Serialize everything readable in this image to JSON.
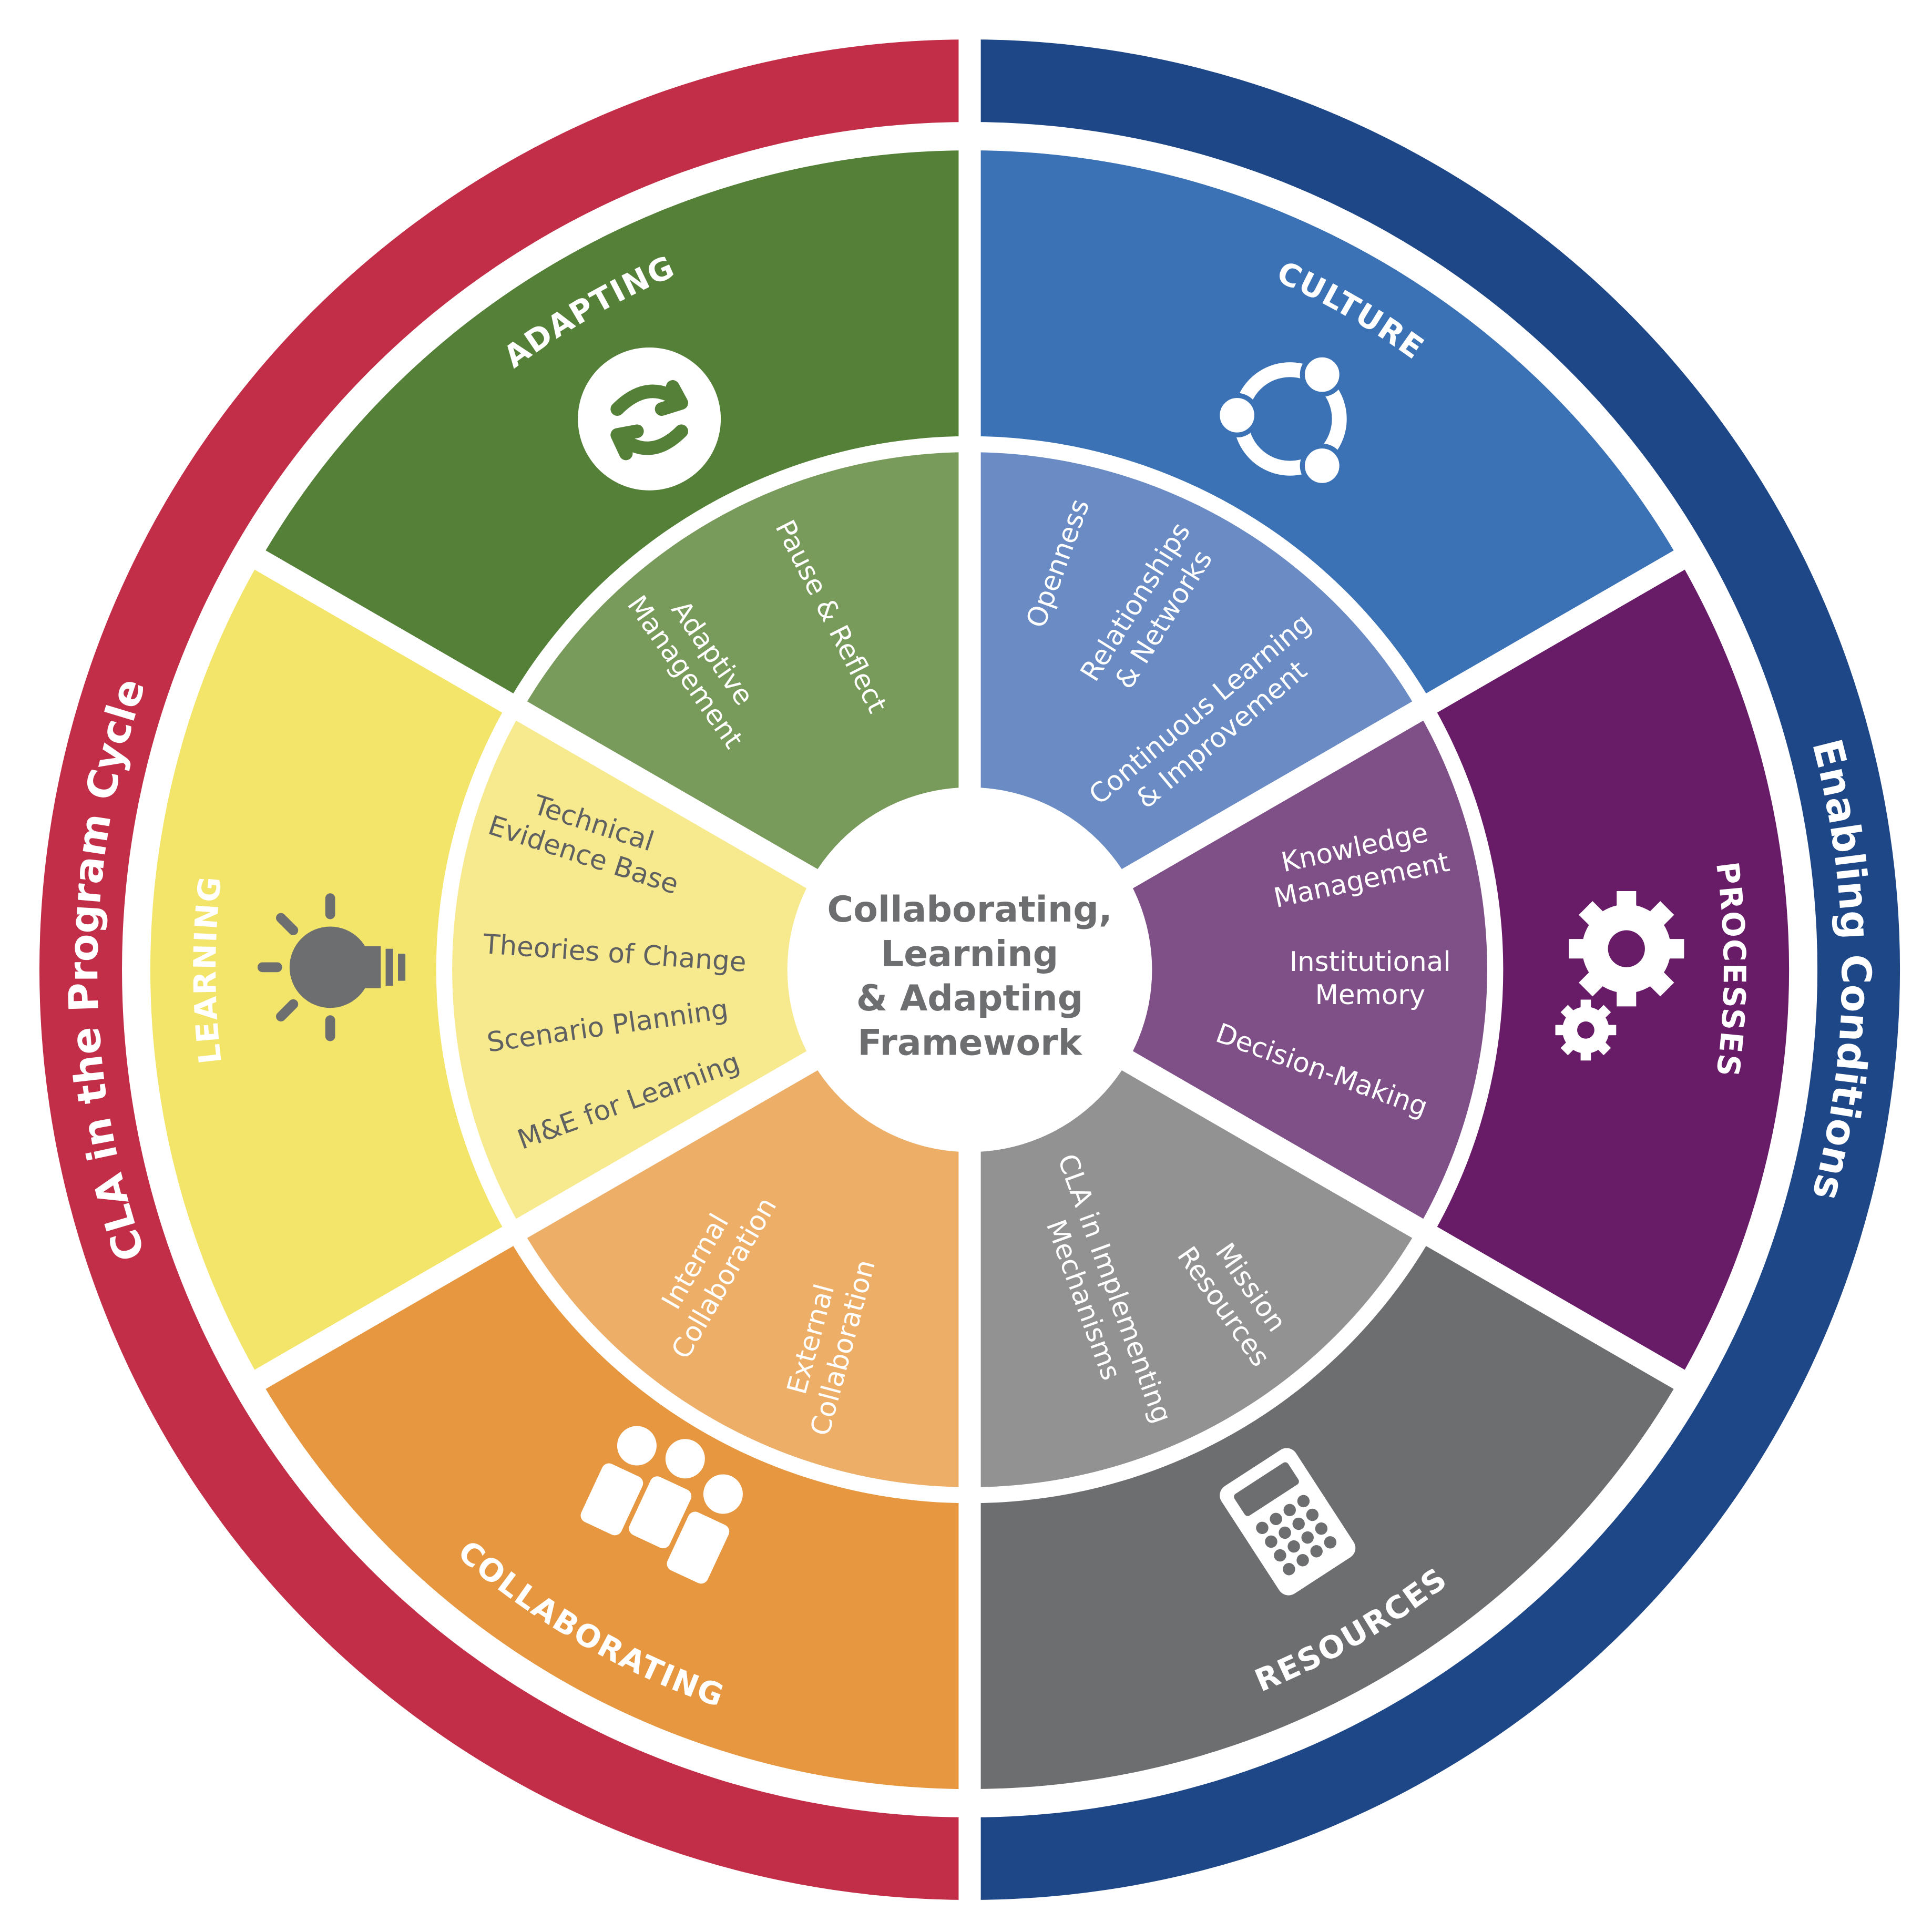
{
  "center": {
    "lines": [
      "Collaborating,",
      "Learning",
      "& Adapting",
      "Framework"
    ]
  },
  "ring": {
    "left": {
      "label": "CLA in the Program Cycle",
      "color": "#c22d47"
    },
    "right": {
      "label": "Enabling Conditions",
      "color": "#1e4788"
    }
  },
  "segments": [
    {
      "title": "CULTURE",
      "icon": "people-circle-icon",
      "color": "#3a72b5",
      "inner_color": "#6a8bc3",
      "text_color": "#ffffff",
      "items": [
        [
          "Openness"
        ],
        [
          "Relationships",
          "& Networks"
        ],
        [
          "Continuous Learning",
          "& Improvement"
        ]
      ]
    },
    {
      "title": "PROCESSES",
      "icon": "gears-icon",
      "color": "#681b67",
      "inner_color": "#7f4f87",
      "text_color": "#ffffff",
      "items": [
        [
          "Knowledge",
          "Management"
        ],
        [
          "Institutional",
          "Memory"
        ],
        [
          "Decision-Making"
        ]
      ]
    },
    {
      "title": "RESOURCES",
      "icon": "calculator-icon",
      "color": "#6d6e70",
      "inner_color": "#929292",
      "text_color": "#ffffff",
      "items": [
        [
          "Mission",
          "Resources"
        ],
        [
          "CLA in Implementing",
          "Mechanisms"
        ]
      ]
    },
    {
      "title": "COLLABORATING",
      "icon": "team-icon",
      "color": "#e6973f",
      "inner_color": "#edae68",
      "text_color": "#ffffff",
      "items": [
        [
          "External",
          "Collaboration"
        ],
        [
          "Internal",
          "Collaboration"
        ]
      ]
    },
    {
      "title": "LEARNING",
      "icon": "lightbulb-icon",
      "color": "#f3e56a",
      "inner_color": "#f7ea8e",
      "text_color": "#5f6062",
      "items": [
        [
          "M&E for Learning"
        ],
        [
          "Scenario Planning"
        ],
        [
          "Theories of Change"
        ],
        [
          "Technical",
          "Evidence Base"
        ]
      ]
    },
    {
      "title": "ADAPTING",
      "icon": "cycle-arrows-icon",
      "color": "#548037",
      "inner_color": "#789a5a",
      "text_color": "#ffffff",
      "items": [
        [
          "Adaptive",
          "Management"
        ],
        [
          "Pause & Reflect"
        ]
      ]
    }
  ]
}
